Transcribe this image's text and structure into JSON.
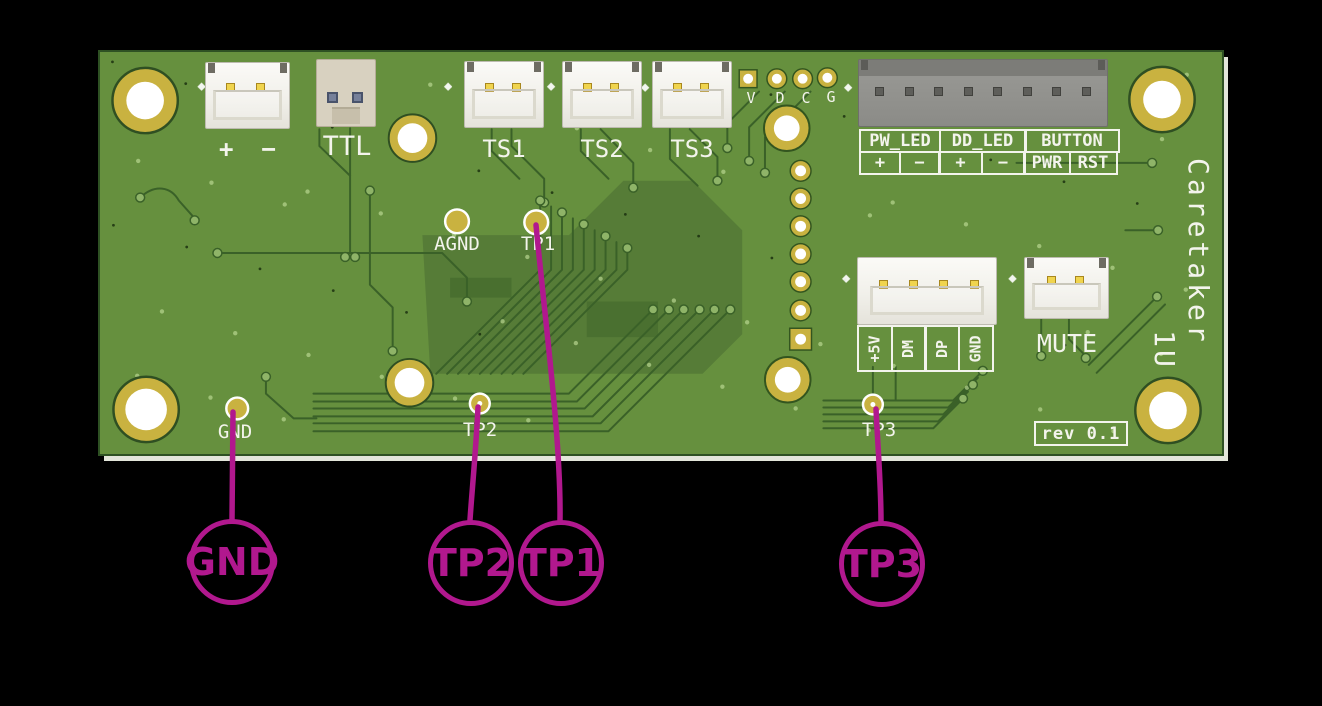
{
  "colors": {
    "bg": "#000000",
    "board": "#66903e",
    "board-edge": "#e3e6da",
    "trace": "#3a6128",
    "pour": "#567c37",
    "pour-dark": "#476d2e",
    "gold": "#c9b240",
    "silk": "#f3f4ec",
    "via": "#8fb468",
    "magenta": "#b1188e",
    "conn-white": "#f3f2ec",
    "conn-tan": "#d8d1c0",
    "conn-gray": "#90908c",
    "pin-gold": "#f0d44e"
  },
  "board": {
    "brand": "Caretaker",
    "size_label": "1U",
    "rev": "rev 0.1"
  },
  "connectors": {
    "power": {
      "plus": "+",
      "minus": "−"
    },
    "ttl": "TTL",
    "ts1": "TS1",
    "ts2": "TS2",
    "ts3": "TS3",
    "mute": "MUTE",
    "header_pins": [
      "V",
      "D",
      "C",
      "G"
    ]
  },
  "led_table": {
    "headers": [
      "PW_LED",
      "DD_LED",
      "BUTTON"
    ],
    "cells": [
      "+",
      "−",
      "+",
      "−",
      "PWR",
      "RST"
    ]
  },
  "usb_header": {
    "pins": [
      "+5V",
      "DM",
      "DP",
      "GND"
    ]
  },
  "test_points": {
    "agnd": "AGND",
    "tp1": "TP1",
    "tp2": "TP2",
    "tp3": "TP3",
    "gnd": "GND"
  },
  "callouts": [
    {
      "label": "GND"
    },
    {
      "label": "TP2"
    },
    {
      "label": "TP1"
    },
    {
      "label": "TP3"
    }
  ]
}
